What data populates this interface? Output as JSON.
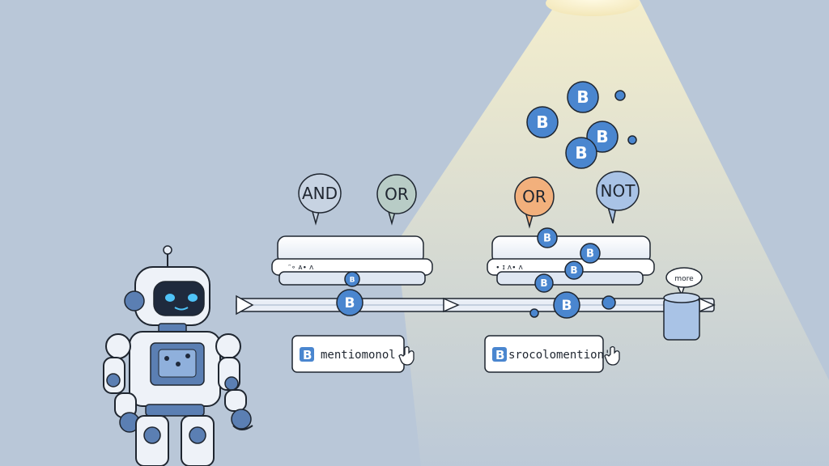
{
  "colors": {
    "background": "#b9c7d8",
    "spotlight": "#f7f0cc",
    "accent_blue": "#4a86cf",
    "outline": "#1f2630",
    "and_bubble": "#c7d3e2",
    "or_bubble_left": "#b8ccc6",
    "or_bubble_right": "#f2b07c",
    "not_bubble": "#a9c3e6"
  },
  "operators": {
    "and_label": "AND",
    "or_left_label": "OR",
    "or_right_label": "OR",
    "not_label": "NOT",
    "more_label": "more"
  },
  "tokens": {
    "glyph": "B",
    "scribble_left": "ᵔ∘ ᴀ∙ ᴧ",
    "scribble_right": "∙ ɪ ᴧ∙ ᴧ"
  },
  "cards": {
    "left_text": "mentiomonol",
    "right_text": "srocolomention'l"
  },
  "icons": {
    "card_icon": "b-logo-icon",
    "hand": "hand-pointer-icon",
    "robot": "robot-icon",
    "bin": "bin-icon"
  }
}
